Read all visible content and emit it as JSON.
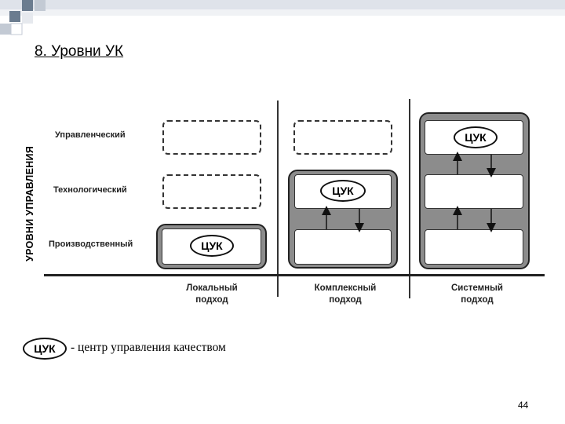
{
  "slide": {
    "title": "8. Уровни УК",
    "page_number": "44"
  },
  "diagram": {
    "y_axis_label": "УРОВНИ УПРАВЛЕНИЯ",
    "levels": [
      "Управленческий",
      "Технологический",
      "Производственный"
    ],
    "approaches": [
      {
        "line1": "Локальный",
        "line2": "подход"
      },
      {
        "line1": "Комплексный",
        "line2": "подход"
      },
      {
        "line1": "Системный",
        "line2": "подход"
      }
    ],
    "node_label": "ЦУК"
  },
  "legend": {
    "symbol": "ЦУК",
    "text": "- центр управления качеством"
  },
  "colors": {
    "gray_fill": "#8c8c8c",
    "corner_square": "#6b7c8f"
  }
}
